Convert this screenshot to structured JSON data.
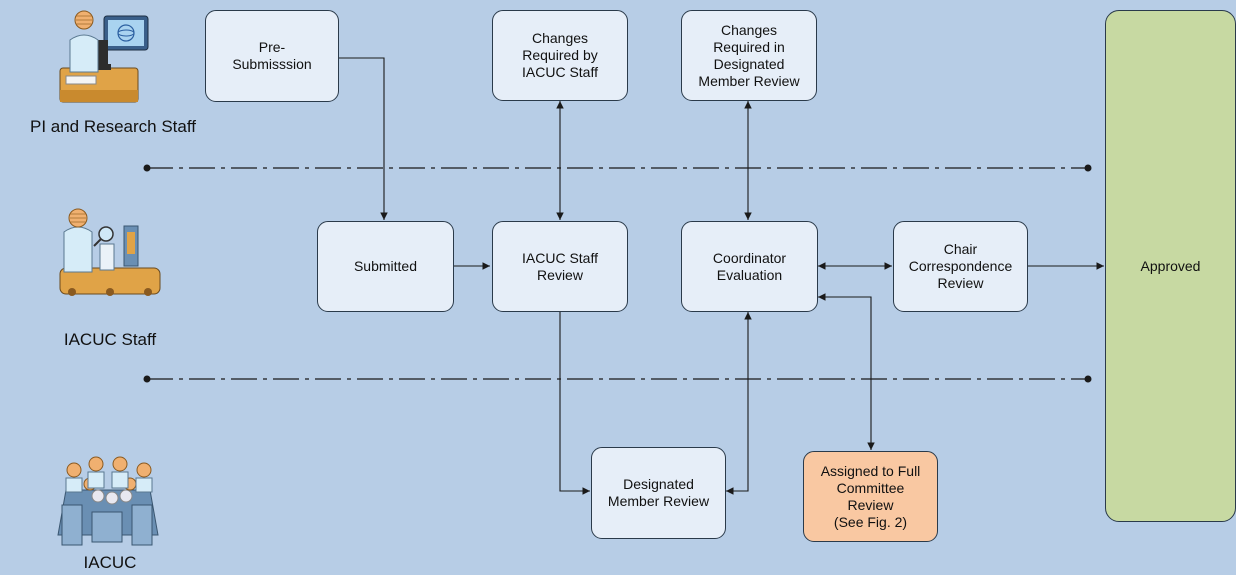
{
  "lanes": {
    "pi": "PI and Research Staff",
    "staff": "IACUC Staff",
    "iacuc": "IACUC"
  },
  "nodes": {
    "pre_submission": "Pre-\nSubmisssion",
    "changes_staff": "Changes\nRequired by\nIACUC Staff",
    "changes_dmr": "Changes\nRequired in\nDesignated\nMember Review",
    "submitted": "Submitted",
    "staff_review": "IACUC Staff\nReview",
    "coordinator": "Coordinator\nEvaluation",
    "chair": "Chair\nCorrespondence\nReview",
    "approved": "Approved",
    "dmr": "Designated\nMember Review",
    "full_committee": "Assigned to Full\nCommittee\nReview\n(See Fig. 2)"
  },
  "colors": {
    "background": "#b7cde6",
    "box_fill": "#e6eef8",
    "orange_fill": "#f9c8a2",
    "approved_fill": "#c7d9a2",
    "line": "#1a1a1a"
  }
}
